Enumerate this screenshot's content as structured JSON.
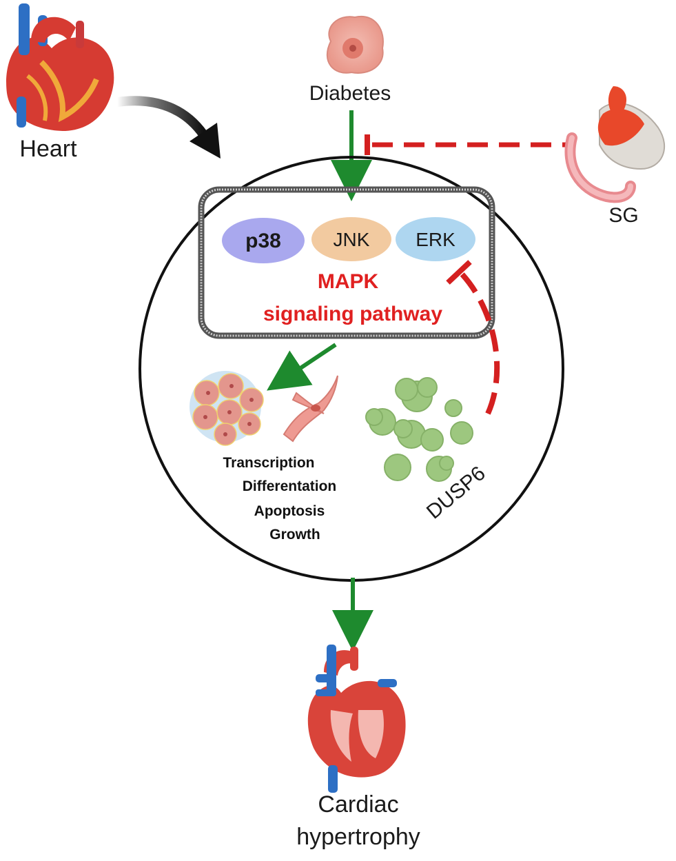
{
  "labels": {
    "heart": "Heart",
    "diabetes": "Diabetes",
    "sg": "SG",
    "p38": "p38",
    "jnk": "JNK",
    "erk": "ERK",
    "mapk_line1": "MAPK",
    "mapk_line2": "signaling pathway",
    "processes": [
      "Transcription",
      "Differentation",
      "Apoptosis",
      "Growth"
    ],
    "dusp6": "DUSP6",
    "outcome_line1": "Cardiac",
    "outcome_line2": "hypertrophy"
  },
  "colors": {
    "activation_arrow": "#1e8a2e",
    "inhibition_line": "#d42020",
    "curved_arrow": "#222222",
    "p38_fill": "#a9a8ee",
    "jnk_fill": "#f2caa0",
    "erk_fill": "#aed6f0",
    "text_red": "#e02020",
    "dusp6_green": "#9dc77f"
  },
  "icons": {
    "heart": "heart-icon",
    "diabetes": "cell-icon",
    "sg": "stomach-icon",
    "tissue": "cardiomyocyte-cluster-icon",
    "fibroblast": "fibroblast-icon",
    "dusp6": "protein-cluster-icon",
    "outcome": "heart-cross-section-icon"
  }
}
